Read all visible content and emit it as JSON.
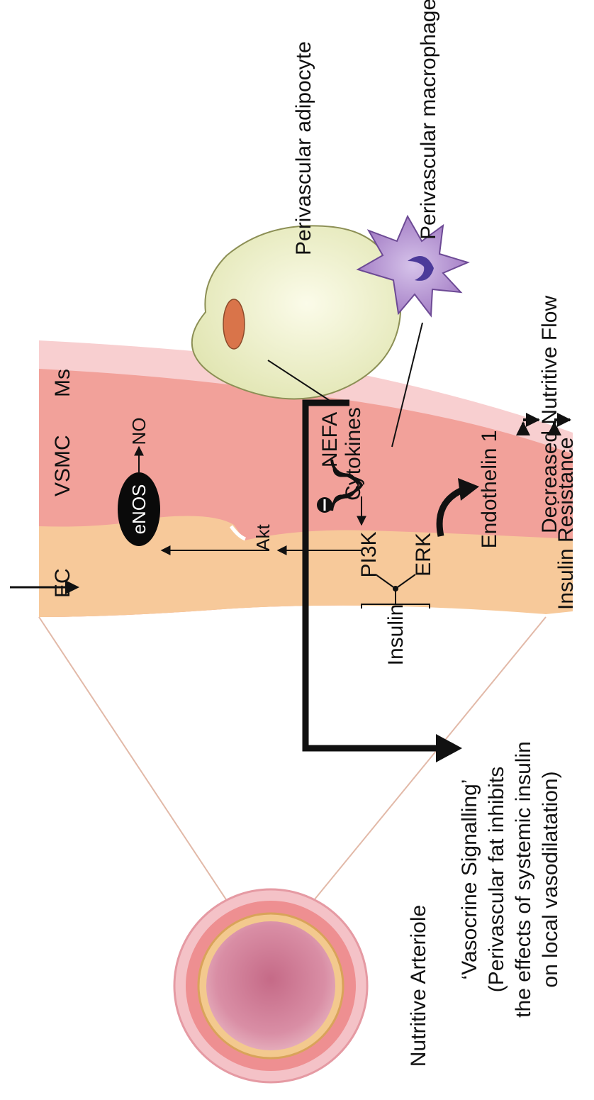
{
  "labels": {
    "perivascular_adipocyte": "Perivascular adipocyte",
    "perivascular_macrophage": "Perivascular macrophage",
    "decreased_nutritive_flow": "Decreased Nutritive Flow",
    "insulin_resistance": "Insulin Resistance",
    "ms": "Ms",
    "vsmc": "VSMC",
    "ec": "EC",
    "no": "NO",
    "enos": "eNOS",
    "akt": "Akt",
    "nefa": "NEFA",
    "cytokines": "Cytokines",
    "endothelin": "Endothelin 1",
    "pi3k": "PI3K",
    "erk": "ERK",
    "insulin": "Insulin",
    "inhibit_symbol": "−",
    "vasocrine_line1": "‘Vasocrine Signalling’",
    "vasocrine_line2": "(Perivascular fat inhibits",
    "vasocrine_line3": "the effects of systemic insulin",
    "vasocrine_line4": "on local vasodilatation)",
    "nutritive_arteriole": "Nutritive Arteriole"
  },
  "colors": {
    "media_pink": "#f2a19a",
    "adventitia_pink": "#f8cfd0",
    "endothelium_peach": "#f7c99a",
    "adipocyte_fill": "#eef0c7",
    "adipocyte_nucleus": "#d9744a",
    "macrophage_fill": "#b592cf",
    "macrophage_nucleus": "#5a4aa8",
    "arteriole_lumen": "#d77f96"
  }
}
